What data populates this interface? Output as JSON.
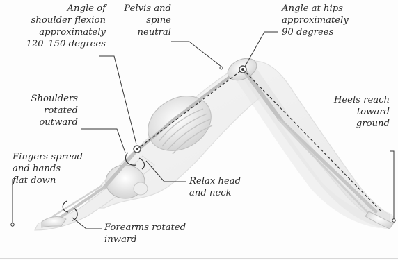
{
  "labels": {
    "angle_shoulder": "Angle of\nshoulder flexion\napproximately\n120–150 degrees",
    "pelvis_spine": "Pelvis and\nspine\nneutral",
    "angle_hips": "Angle at hips\napproximately\n90 degrees",
    "shoulders_rotated": "Shoulders\nrotated\noutward",
    "heels": "Heels reach\ntoward\nground",
    "fingers": "Fingers spread\nand hands\nflat down",
    "relax_head": "Relax head\nand neck",
    "forearms": "Forearms rotated\ninward"
  },
  "colors": {
    "label_text": "#2a2a2a",
    "leader_line": "#333333",
    "skeleton": "#cfcfcf",
    "body_outline": "#e2e2e2"
  }
}
